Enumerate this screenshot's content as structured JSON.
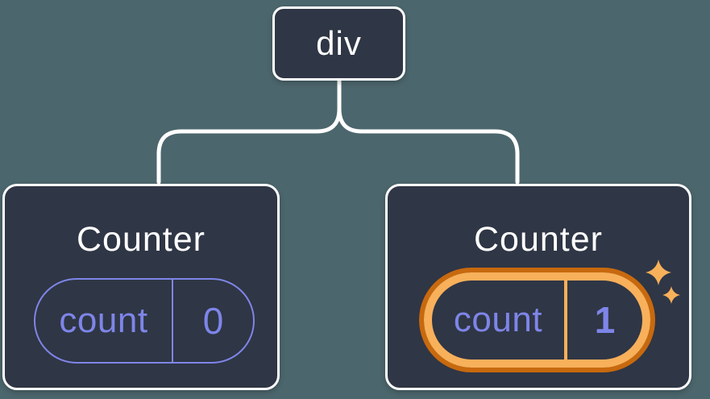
{
  "diagram": {
    "root": {
      "label": "div"
    },
    "children": [
      {
        "title": "Counter",
        "state": {
          "key": "count",
          "value": "0"
        },
        "highlighted": false
      },
      {
        "title": "Counter",
        "state": {
          "key": "count",
          "value": "1"
        },
        "highlighted": true
      }
    ]
  },
  "icons": {
    "sparkles": "sparkles-icon"
  },
  "colors": {
    "background": "#4C666D",
    "node_fill": "#2F3645",
    "node_border": "#FFFFFF",
    "connector": "#FFFFFF",
    "state_accent": "#7E85E8",
    "highlight": "#F8B05A",
    "highlight_dark": "#C8690E",
    "title_text": "#FFFFFF"
  }
}
